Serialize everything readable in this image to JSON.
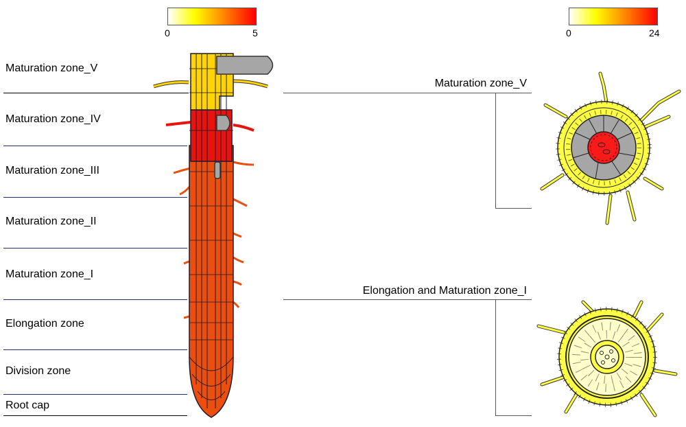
{
  "colors": {
    "low": "#ffffff",
    "mid": "#ffff00",
    "high": "#ff0000",
    "gray": "#a6a6a6",
    "line_blue": "#1f2f7a"
  },
  "left_scale": {
    "min": "0",
    "max": "5"
  },
  "right_scale": {
    "min": "0",
    "max": "24"
  },
  "zones": [
    {
      "label": "Maturation zone_V",
      "color": "#ffd400"
    },
    {
      "label": "Maturation zone_IV",
      "color": "#e8130d"
    },
    {
      "label": "Maturation zone_III",
      "color": "#ec4e0e"
    },
    {
      "label": "Maturation zone_II",
      "color": "#ec4e0e"
    },
    {
      "label": "Maturation zone_I",
      "color": "#ec4e0e"
    },
    {
      "label": "Elongation zone",
      "color": "#ec4e0e"
    },
    {
      "label": "Division zone",
      "color": "#ec4e0e"
    },
    {
      "label": "Root cap",
      "color": "#ec4e0e"
    }
  ],
  "cross_sections": [
    {
      "label": "Maturation zone_V",
      "outer_color": "#ffff44",
      "cortex_color": "#a6a6a6",
      "stele_color": "#ff1a1a"
    },
    {
      "label": "Elongation and Maturation zone_I",
      "outer_color": "#ffff44",
      "cortex_color": "#ffffcc",
      "stele_color": "#ffffcc"
    }
  ]
}
